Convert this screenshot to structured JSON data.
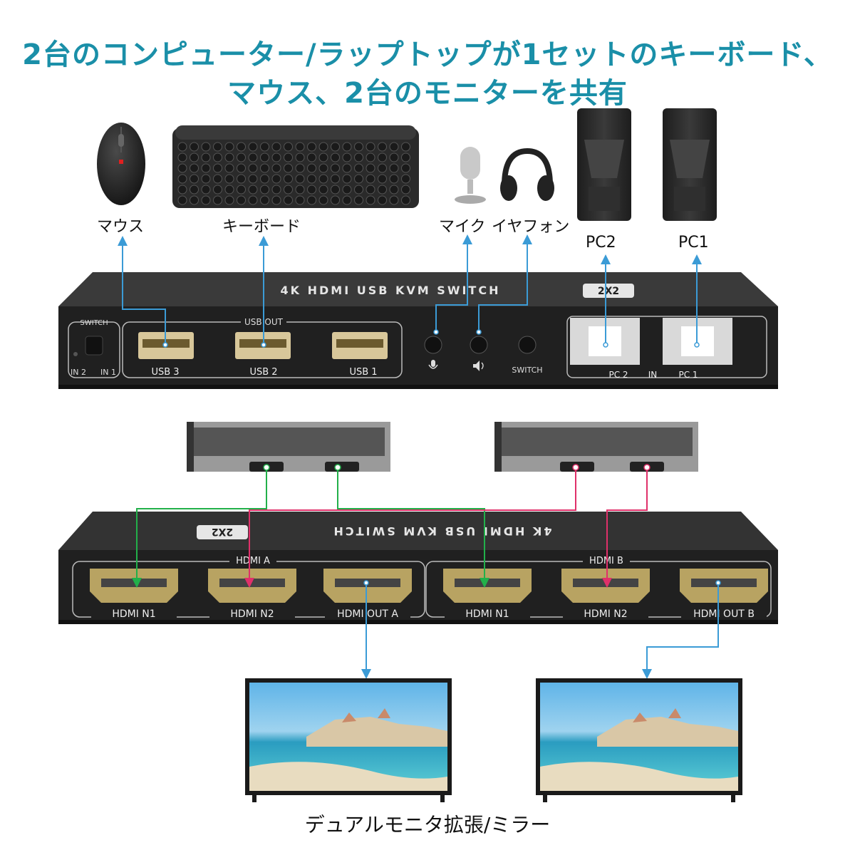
{
  "title": {
    "line1": "2台のコンピューター/ラップトップが1セットのキーボード、",
    "line2": "マウス、2台のモニターを共有"
  },
  "peripherals": {
    "mouse": "マウス",
    "keyboard": "キーボード",
    "mic": "マイク",
    "earphone": "イヤフォン",
    "pc2": "PC2",
    "pc1": "PC1"
  },
  "top_switch": {
    "banner": "4K HDMI USB KVM SWITCH",
    "badge": "2X2",
    "switch_label": "SWITCH",
    "in2": "IN 2",
    "in1": "IN 1",
    "usb_out": "USB OUT",
    "usb3": "USB 3",
    "usb2": "USB 2",
    "usb1": "USB 1",
    "switch_btn_label": "SWITCH",
    "pc2": "PC 2",
    "in": "IN",
    "pc1": "PC 1"
  },
  "bottom_switch": {
    "banner": "4K HDMI USB KVM SWITCH",
    "badge": "2X2",
    "hdmi_a": "HDMI A",
    "hdmi_b": "HDMI B",
    "ports": [
      "HDMI N1",
      "HDMI N2",
      "HDMI OUT A",
      "HDMI N1",
      "HDMI N2",
      "HDMI OUT B"
    ]
  },
  "caption": "デュアルモニタ拡張/ミラー",
  "colors": {
    "title": "#1a8fa8",
    "blue_line": "#3b9bd6",
    "green_line": "#22b04a",
    "red_line": "#e0306a",
    "device_body": "#262626",
    "hdmi_gold": "#b8a362"
  }
}
